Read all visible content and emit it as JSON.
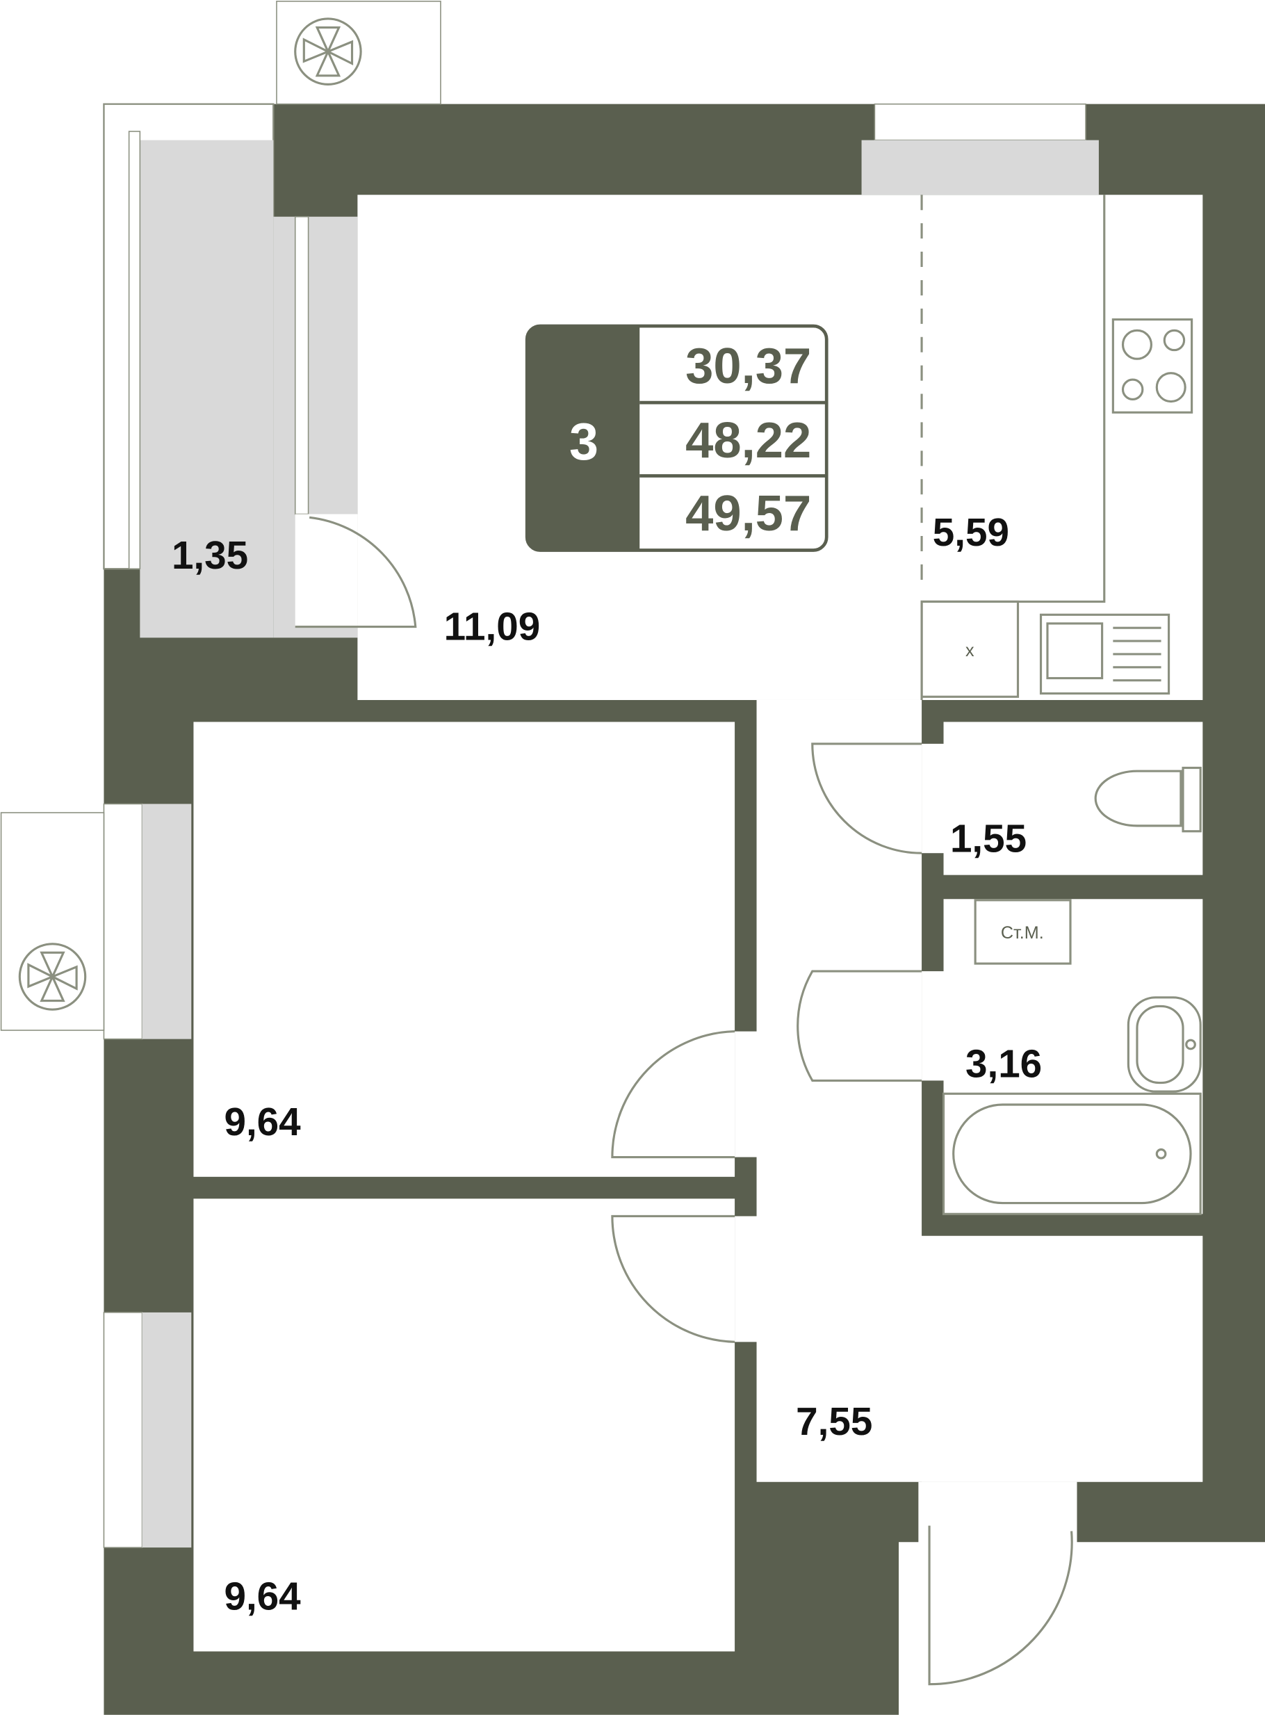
{
  "colors": {
    "wall": "#5a5f4f",
    "accent_light": "#d9d9d9",
    "line": "#8b9080"
  },
  "badge": {
    "rooms": "3",
    "living_area": "30,37",
    "total_area": "48,22",
    "total_with_balcony": "49,57"
  },
  "rooms": {
    "balcony": "1,35",
    "living_room": "11,09",
    "kitchen": "5,59",
    "toilet": "1,55",
    "bathroom": "3,16",
    "bedroom_1": "9,64",
    "bedroom_2": "9,64",
    "hallway": "7,55"
  },
  "fixtures": {
    "washing_machine": "Ст.М.",
    "fridge": "x"
  }
}
